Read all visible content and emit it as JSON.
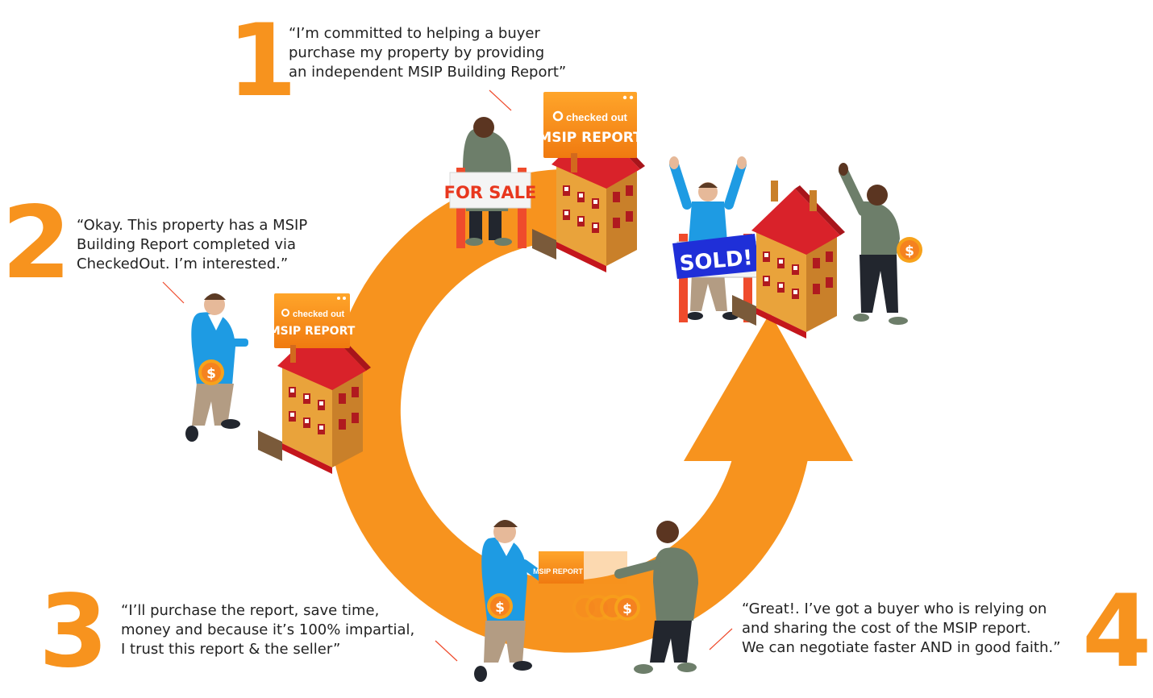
{
  "colors": {
    "accent": "#f7931e",
    "sale_red": "#e8371e",
    "sold_blue": "#1f2fd8",
    "roof_red": "#d9222a",
    "house_wall": "#e9a33b"
  },
  "steps": [
    {
      "number": "1",
      "lines": [
        "“I’m committed to helping a buyer",
        "purchase my property by providing",
        "an independent MSIP Building Report”"
      ]
    },
    {
      "number": "2",
      "lines": [
        "“Okay. This property has a MSIP",
        "Building Report completed via",
        "CheckedOut. I’m interested.”"
      ]
    },
    {
      "number": "3",
      "lines": [
        "“I’ll purchase the report, save time,",
        "money and because it’s 100% impartial,",
        "I trust this report & the seller”"
      ]
    },
    {
      "number": "4",
      "lines": [
        "“Great!. I’ve got a buyer who is relying on",
        "and sharing the cost of the MSIP report.",
        "We can negotiate faster AND in good faith.”"
      ]
    }
  ],
  "signs": {
    "for_sale": "FOR SALE",
    "sold": "SOLD!"
  },
  "report": {
    "brand": "checked out",
    "title": "MSIP REPORT"
  },
  "coin_symbol": "$"
}
